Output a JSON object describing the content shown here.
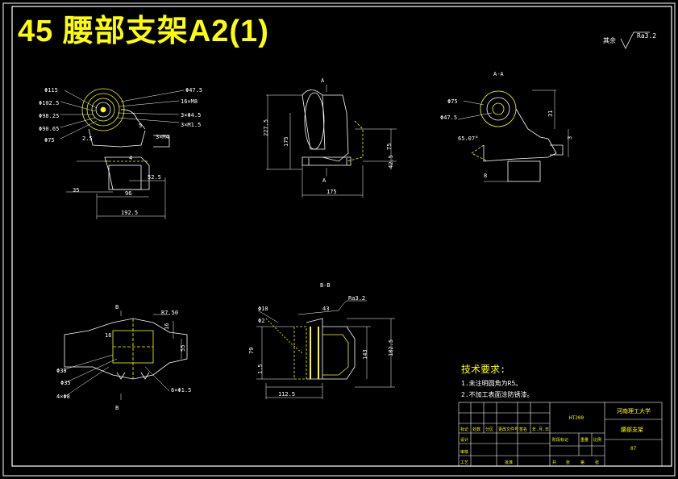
{
  "title": "45 腰部支架A2(1)",
  "roughness": {
    "prefix": "其余",
    "value": "Ra3.2"
  },
  "views": {
    "front_dims": {
      "d1": "Φ115",
      "d2": "Φ102.5",
      "d3": "Φ98.25",
      "d4": "Φ90.65",
      "d5": "Φ75",
      "d6": "Φ47.5",
      "d7": "16×M8",
      "d8": "3×Φ4.5",
      "d9": "3×M1.5",
      "d10": "5",
      "d11": "3×M4",
      "d12": "2.5",
      "d13": "4",
      "d14": "52.5",
      "d15": "35",
      "d16": "96",
      "d17": "192.5"
    },
    "side_dims": {
      "a1": "A",
      "a2": "A",
      "d1": "227.5",
      "d2": "175",
      "d3": "175",
      "d4": "75",
      "d5": "42.5"
    },
    "section_aa": {
      "label": "A-A",
      "d1": "Φ75",
      "d2": "Φ47.5",
      "d3": "31",
      "d4": "65.07°",
      "d5": "3",
      "d6": "8"
    },
    "top_dims": {
      "b1": "B",
      "b2": "B",
      "d1": "R7.50",
      "d2": "16",
      "d3": "16",
      "d4": "55",
      "d5": "Φ38",
      "d6": "Φ35",
      "d7": "4×Φ8",
      "d8": "6×Φ1.5"
    },
    "section_bb": {
      "label": "B-B",
      "d1": "Φ10",
      "d2": "Φ2",
      "d3": "43",
      "d4": "Ra3.2",
      "d5": "79",
      "d6": "1.5",
      "d7": "112.5",
      "d8": "143",
      "d9": "182.5"
    }
  },
  "tech_req": {
    "heading": "技术要求:",
    "items": [
      "1.未注明圆角为R5。",
      "2.不加工表面涂防锈漆。"
    ]
  },
  "title_block": {
    "material": "HT200",
    "school": "河南理工大学",
    "part_name": "腰部支架",
    "sheet_no": "07",
    "row_labels": [
      "标记",
      "处数",
      "分区",
      "更改文件号",
      "签名",
      "年.月.日"
    ],
    "role_labels": [
      "设计",
      "审核",
      "工艺",
      "批准"
    ],
    "stage_labels": [
      "阶段标记",
      "重量",
      "比例"
    ],
    "sheet_labels": [
      "共",
      "张",
      "第",
      "张"
    ]
  }
}
